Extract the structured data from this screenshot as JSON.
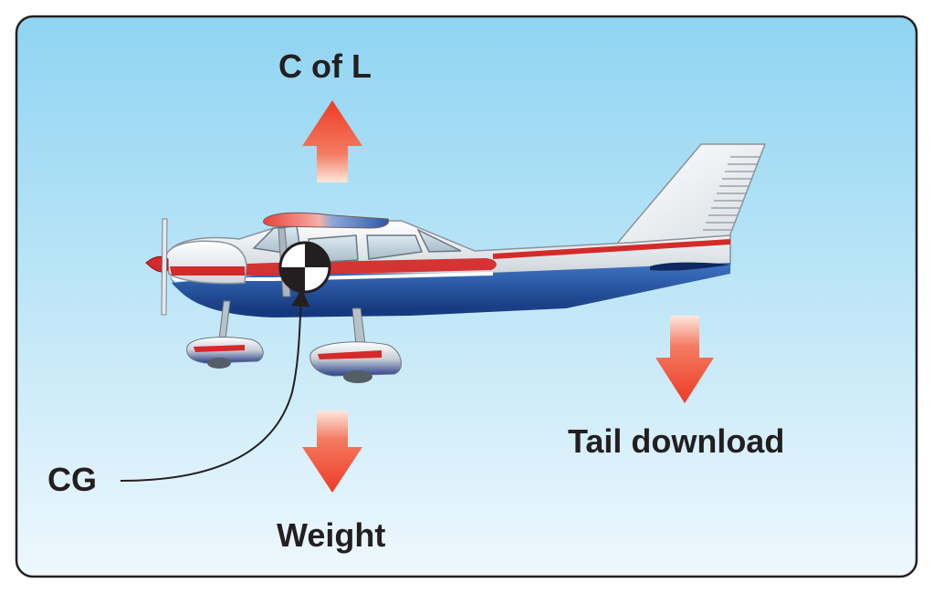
{
  "labels": {
    "center_of_lift": "C of L",
    "tail_download": "Tail download",
    "cg": "CG",
    "weight": "Weight"
  },
  "colors": {
    "sky_top": "#8fd4f2",
    "sky_bottom": "#eef8fd",
    "arrow": "#ef4a2f",
    "fuselage_blue": "#1d4fa3",
    "stripe_red": "#d42a2a"
  }
}
